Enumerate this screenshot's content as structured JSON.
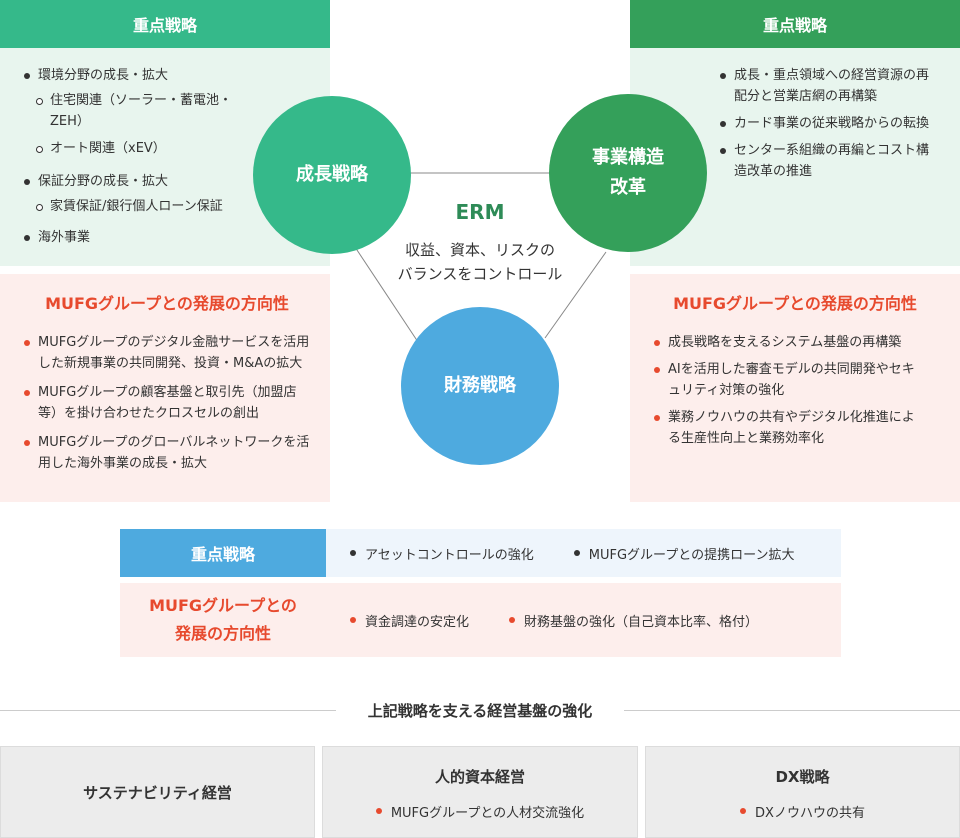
{
  "left": {
    "header": "重点戦略",
    "items": [
      {
        "text": "環境分野の成長・拡大",
        "level": 1
      },
      {
        "text": "住宅関連（ソーラー・蓄電池・ZEH）",
        "level": 2
      },
      {
        "text": "オート関連（xEV）",
        "level": 2
      },
      {
        "text": "保証分野の成長・拡大",
        "level": 1
      },
      {
        "text": "家賃保証/銀行個人ローン保証",
        "level": 2
      },
      {
        "text": "海外事業",
        "level": 1
      }
    ],
    "direction_title": "MUFGグループとの発展の方向性",
    "direction_items": [
      "MUFGグループのデジタル金融サービスを活用した新規事業の共同開発、投資・M&Aの拡大",
      "MUFGグループの顧客基盤と取引先（加盟店等）を掛け合わせたクロスセルの創出",
      "MUFGグループのグローバルネットワークを活用した海外事業の成長・拡大"
    ]
  },
  "right": {
    "header": "重点戦略",
    "items": [
      "成長・重点領域への経営資源の再配分と営業店網の再構築",
      "カード事業の従来戦略からの転換",
      "センター系組織の再編とコスト構造改革の推進"
    ],
    "direction_title": "MUFGグループとの発展の方向性",
    "direction_items": [
      "成長戦略を支えるシステム基盤の再構築",
      "AIを活用した審査モデルの共同開発やセキュリティ対策の強化",
      "業務ノウハウの共有やデジタル化推進による生産性向上と業務効率化"
    ]
  },
  "center": {
    "growth": "成長戦略",
    "restructure_line1": "事業構造",
    "restructure_line2": "改革",
    "finance": "財務戦略",
    "erm_title": "ERM",
    "erm_desc_line1": "収益、資本、リスクの",
    "erm_desc_line2": "バランスをコントロール"
  },
  "finance_row": {
    "focus_label": "重点戦略",
    "focus_items": [
      "アセットコントロールの強化",
      "MUFGグループとの提携ローン拡大"
    ],
    "direction_label_line1": "MUFGグループとの",
    "direction_label_line2": "発展の方向性",
    "direction_items": [
      "資金調達の安定化",
      "財務基盤の強化（自己資本比率、格付）"
    ]
  },
  "foundation": {
    "title": "上記戦略を支える経営基盤の強化",
    "boxes": [
      {
        "title": "サステナビリティ経営",
        "item": ""
      },
      {
        "title": "人的資本経営",
        "item": "MUFGグループとの人材交流強化"
      },
      {
        "title": "DX戦略",
        "item": "DXノウハウの共有"
      }
    ]
  },
  "colors": {
    "teal": "#35b98a",
    "green": "#34a05a",
    "blue": "#4eaadf",
    "red": "#e74a2e",
    "light_green": "#e8f5ee",
    "light_pink": "#fdeeec",
    "light_blue": "#eef5fc"
  }
}
